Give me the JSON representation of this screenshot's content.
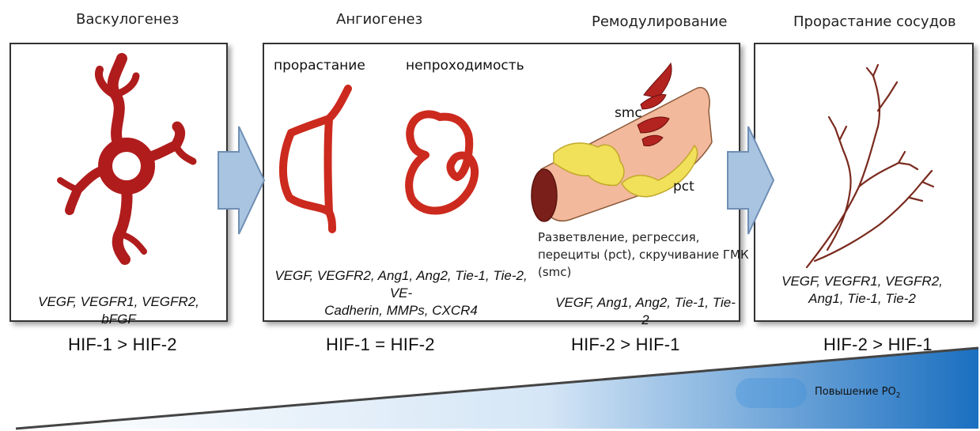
{
  "stages": [
    {
      "title": "Васкулогенез",
      "genes": "VEGF, VEGFR1, VEGFR2, bFGF",
      "hif": "HIF-1 > HIF-2"
    },
    {
      "title": "Ангиогенез",
      "genes_line1": "VEGF, VEGFR2, Ang1, Ang2, Tie-1, Tie-2, VE-",
      "genes_line2": "Cadherin, MMPs, CXCR4",
      "hif": "HIF-1 = HIF-2",
      "labels": {
        "sprouting": "прорастание",
        "impassability": "непроходимость"
      }
    },
    {
      "title": "Ремодулирование",
      "desc_line1": "Разветвление, регрессия,",
      "desc_line2": "перециты (pct), скручивание ГМК",
      "desc_line3": "(smc)",
      "genes": "VEGF, Ang1, Ang2, Tie-1, Tie-2",
      "hif": "HIF-2 > HIF-1",
      "labels": {
        "smc": "smc",
        "pct": "pct"
      }
    },
    {
      "title": "Прорастание сосудов",
      "genes_line1": "VEGF, VEGFR1, VEGFR2,",
      "genes_line2": "Ang1, Tie-1, Tie-2",
      "hif": "HIF-2 > HIF-1"
    }
  ],
  "gradient": {
    "label": "Повышение PO",
    "subscript": "2"
  },
  "colors": {
    "vessel": "#b01c1c",
    "arrow": "#a9c4e0",
    "gradient": "#1a6fc0",
    "branch": "#7a2a1e"
  }
}
